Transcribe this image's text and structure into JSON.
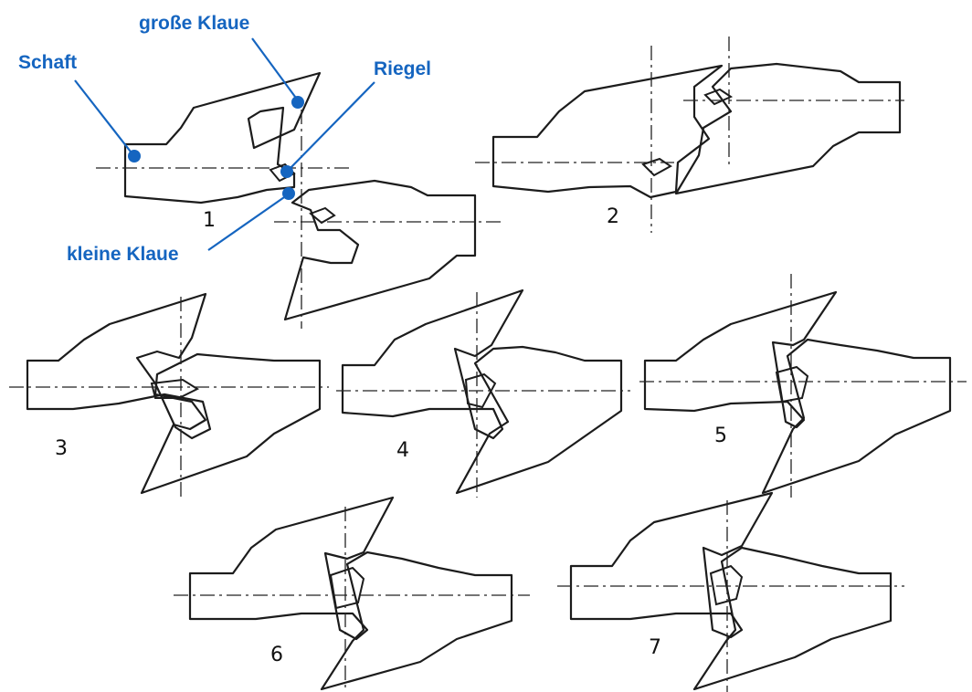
{
  "labels": {
    "grosse_klaue": "große Klaue",
    "schaft": "Schaft",
    "riegel": "Riegel",
    "kleine_klaue": "kleine Klaue"
  },
  "stages": [
    "1",
    "2",
    "3",
    "4",
    "5",
    "6",
    "7"
  ],
  "colors": {
    "annotation": "#1565c0",
    "line": "#1c1c1c"
  }
}
